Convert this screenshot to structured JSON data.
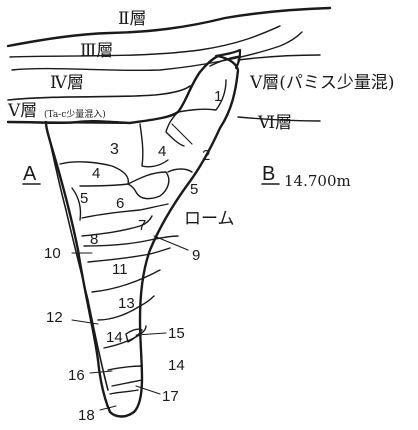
{
  "strata": {
    "layer_2": "Ⅱ層",
    "layer_3": "Ⅲ層",
    "layer_4": "Ⅳ層",
    "layer_5_left": "Ⅴ層",
    "layer_5_left_note": "(Ta-c少量混入)",
    "layer_5_right": "Ⅴ層(パミス少量混)",
    "layer_6": "Ⅵ層",
    "loam": "ローム"
  },
  "section": {
    "point_a": "A",
    "point_b": "B",
    "elevation": "14.700m"
  },
  "fill_numbers": {
    "n1": "1",
    "n2": "2",
    "n3": "3",
    "n4a": "4",
    "n4b": "4",
    "n5a": "5",
    "n5b": "5",
    "n6": "6",
    "n7": "7",
    "n8": "8",
    "n9": "9",
    "n10": "10",
    "n11": "11",
    "n12": "12",
    "n13": "13",
    "n14a": "14",
    "n14b": "14",
    "n15": "15",
    "n16": "16",
    "n17": "17",
    "n18": "18"
  }
}
